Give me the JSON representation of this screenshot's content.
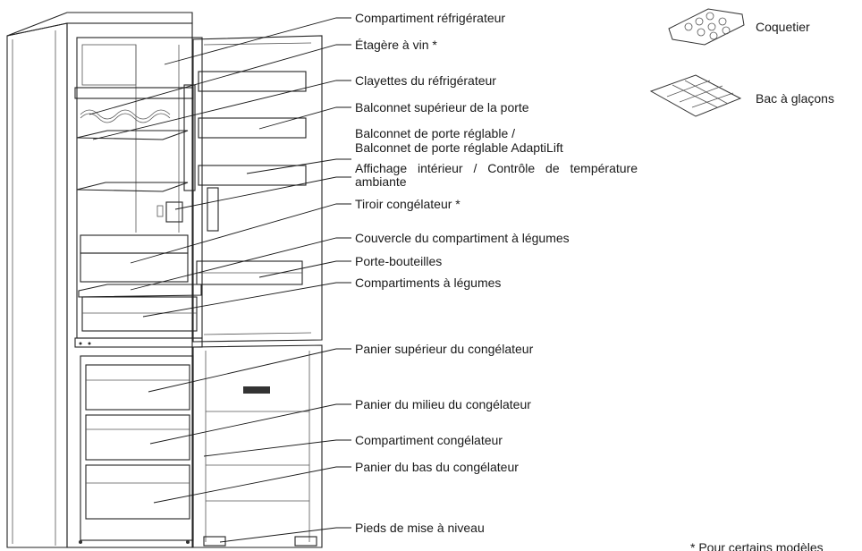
{
  "labels": {
    "fridge_compartment": "Compartiment réfrigérateur",
    "wine_shelf": "Étagère à vin *",
    "fridge_shelves": "Clayettes du réfrigérateur",
    "upper_door_balcony": "Balconnet supérieur de la porte",
    "adjustable_balcony_1": "Balconnet de porte réglable /",
    "adjustable_balcony_2": "Balconnet de porte réglable AdaptiLift",
    "display": "Affichage intérieur / Contrôle de température ambiante",
    "freezer_drawer": "Tiroir congélateur *",
    "crisper_cover": "Couvercle du compartiment à légumes",
    "bottle_holder": "Porte-bouteilles",
    "crispers": "Compartiments à légumes",
    "freezer_upper_basket": "Panier supérieur du congélateur",
    "freezer_middle_basket": "Panier du milieu du congélateur",
    "freezer_compartment": "Compartiment congélateur",
    "freezer_bottom_basket": "Panier du bas du congélateur",
    "leveling_feet": "Pieds de mise à niveau"
  },
  "accessories": {
    "egg_tray": "Coquetier",
    "ice_tray": "Bac à glaçons"
  },
  "footnote": "* Pour certains modèles"
}
